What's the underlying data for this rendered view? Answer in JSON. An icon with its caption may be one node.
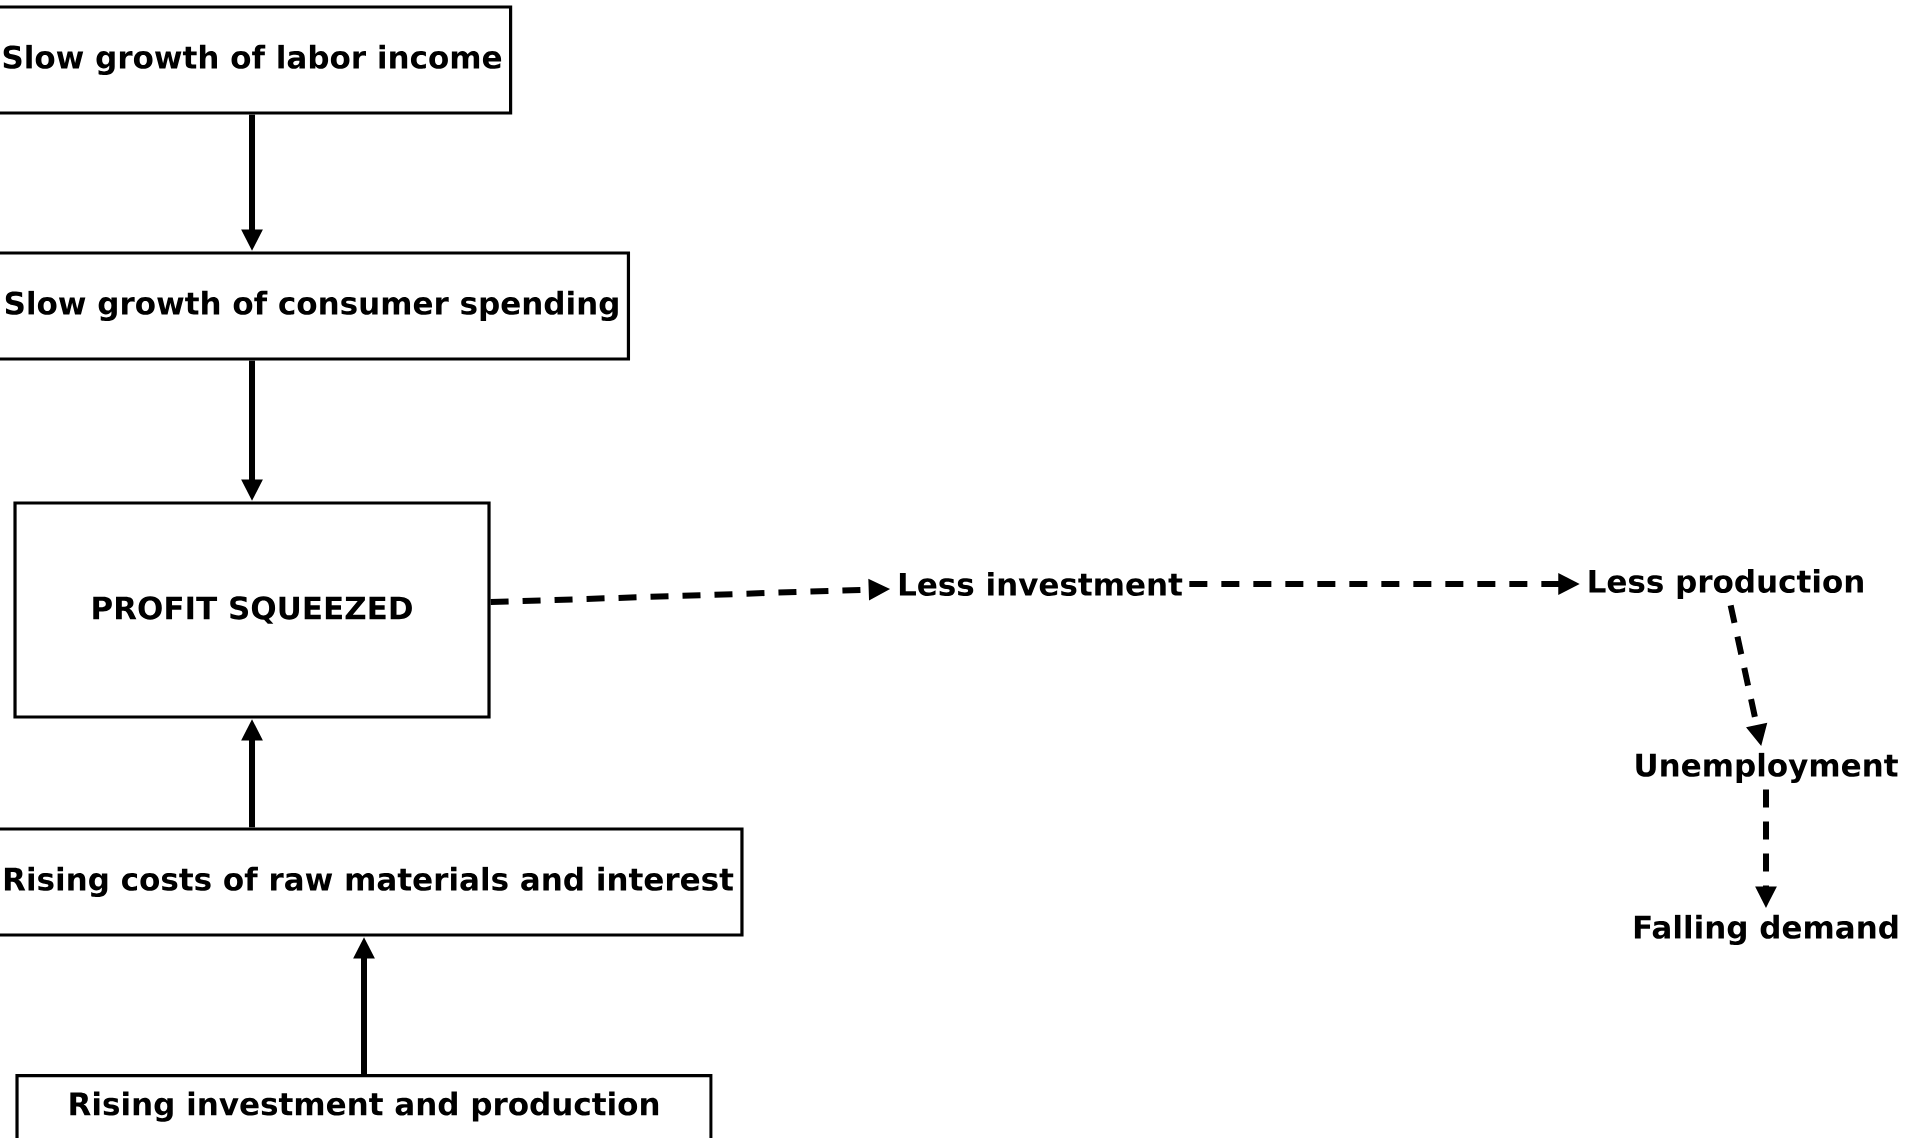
{
  "diagram": {
    "nodes": [
      {
        "text": [
          "Slow growth of labor income"
        ]
      },
      {
        "text": [
          "Slow growth of consumer spending"
        ]
      },
      {
        "text": [
          "PROFIT SQUEEZED"
        ]
      },
      {
        "text": [
          "Less investment"
        ]
      },
      {
        "text": [
          "Less production"
        ]
      },
      {
        "text": [
          "Unemployment"
        ]
      },
      {
        "text": [
          "Falling demand"
        ]
      },
      {
        "text": [
          "Rising costs of raw materials and interest"
        ]
      },
      {
        "text": [
          "Rising investment and production"
        ]
      }
    ],
    "edges": [
      {
        "from": 0,
        "to": 1,
        "arrow": "to"
      },
      {
        "from": 1,
        "to": 2,
        "arrow": "to"
      },
      {
        "from": 2,
        "to": 3,
        "arrow": "to",
        "style": "dashed"
      },
      {
        "from": 3,
        "to": 4,
        "arrow": "to",
        "style": "dashed"
      },
      {
        "from": 4,
        "to": 5,
        "arrow": "to",
        "style": "dashed"
      },
      {
        "from": 5,
        "to": 6,
        "arrow": "to",
        "style": "dashed"
      },
      {
        "from": 7,
        "to": 2,
        "arrow": "to"
      },
      {
        "from": 8,
        "to": 7,
        "arrow": "to"
      }
    ]
  }
}
